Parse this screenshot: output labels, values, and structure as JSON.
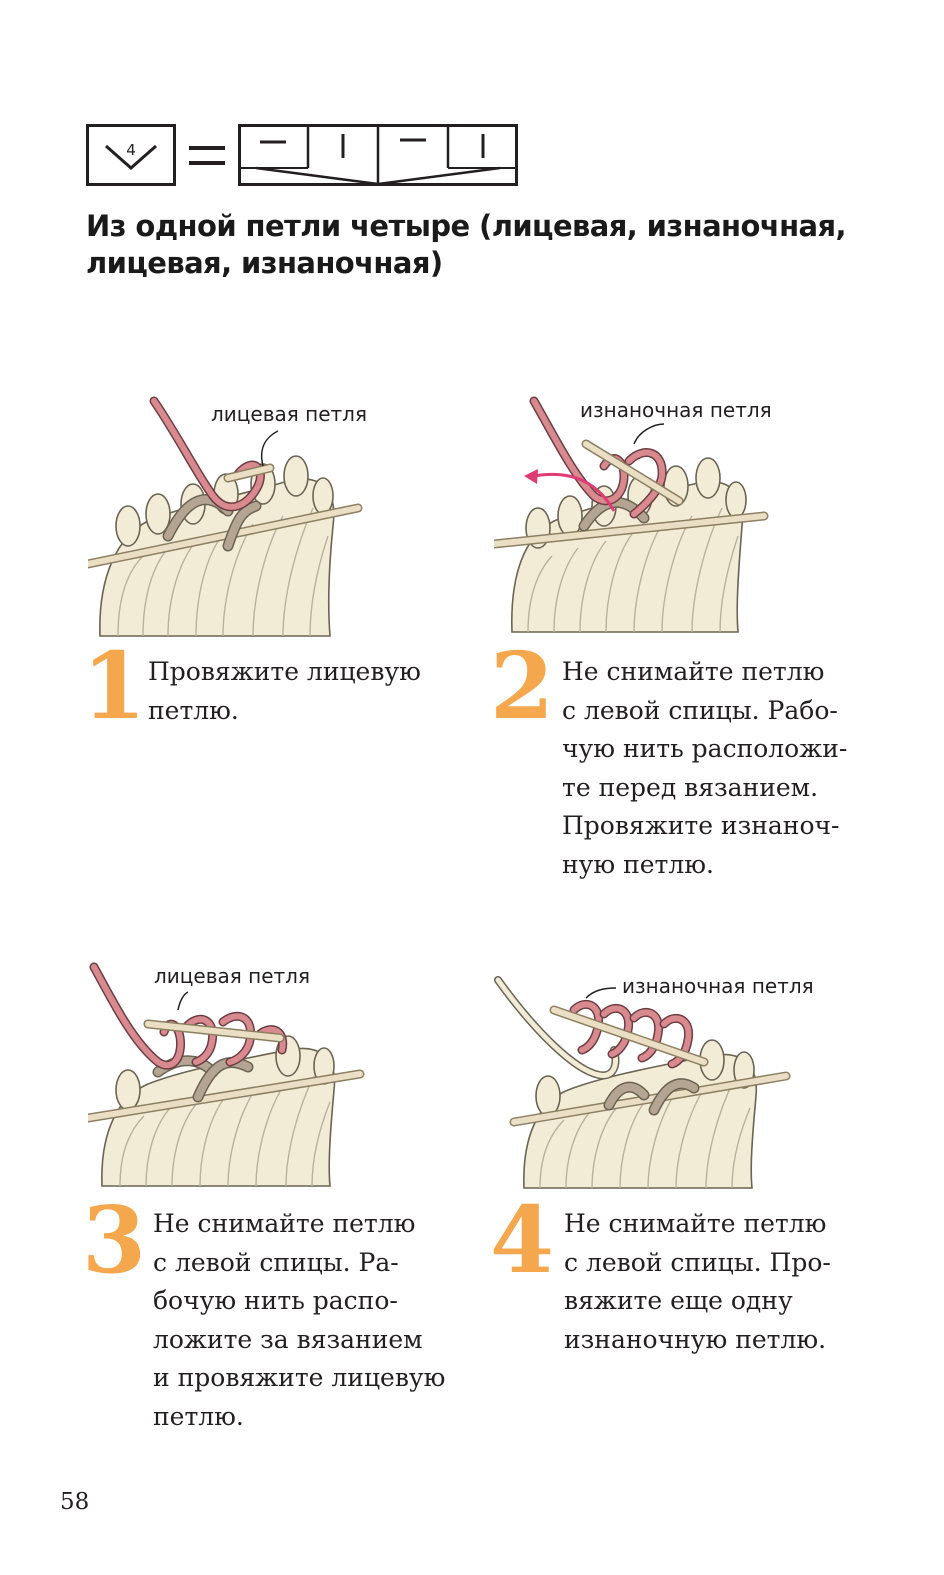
{
  "symbol": {
    "key_number": "4"
  },
  "title_lines": [
    "Из одной петли четыре (лицевая, изнаночная,",
    "лицевая, изнаночная)"
  ],
  "colors": {
    "step_number": "#f4a74c",
    "yarn_main": "#f2ecd6",
    "yarn_working": "#d98a8f",
    "yarn_stitch": "#b4a593",
    "arrow": "#e03a72",
    "needle": "#eadfc4"
  },
  "steps": [
    {
      "number": "1",
      "label": "лицевая петля",
      "text_lines": [
        "Провяжите лицевую",
        "петлю."
      ]
    },
    {
      "number": "2",
      "label": "изнаночная петля",
      "text_lines": [
        "Не снимайте петлю",
        "с левой спицы. Рабо-",
        "чую нить расположи-",
        "те перед вязанием.",
        "Провяжите изнаноч-",
        "ную петлю."
      ]
    },
    {
      "number": "3",
      "label": "лицевая петля",
      "text_lines": [
        "Не снимайте петлю",
        "с левой спицы. Ра-",
        "бочую нить распо-",
        "ложите за вязанием",
        "и провяжите лицевую",
        "петлю."
      ]
    },
    {
      "number": "4",
      "label": "изнаночная петля",
      "text_lines": [
        "Не снимайте петлю",
        "с левой спицы. Про-",
        "вяжите еще одну",
        "изнаночную петлю."
      ]
    }
  ],
  "page_number": "58"
}
